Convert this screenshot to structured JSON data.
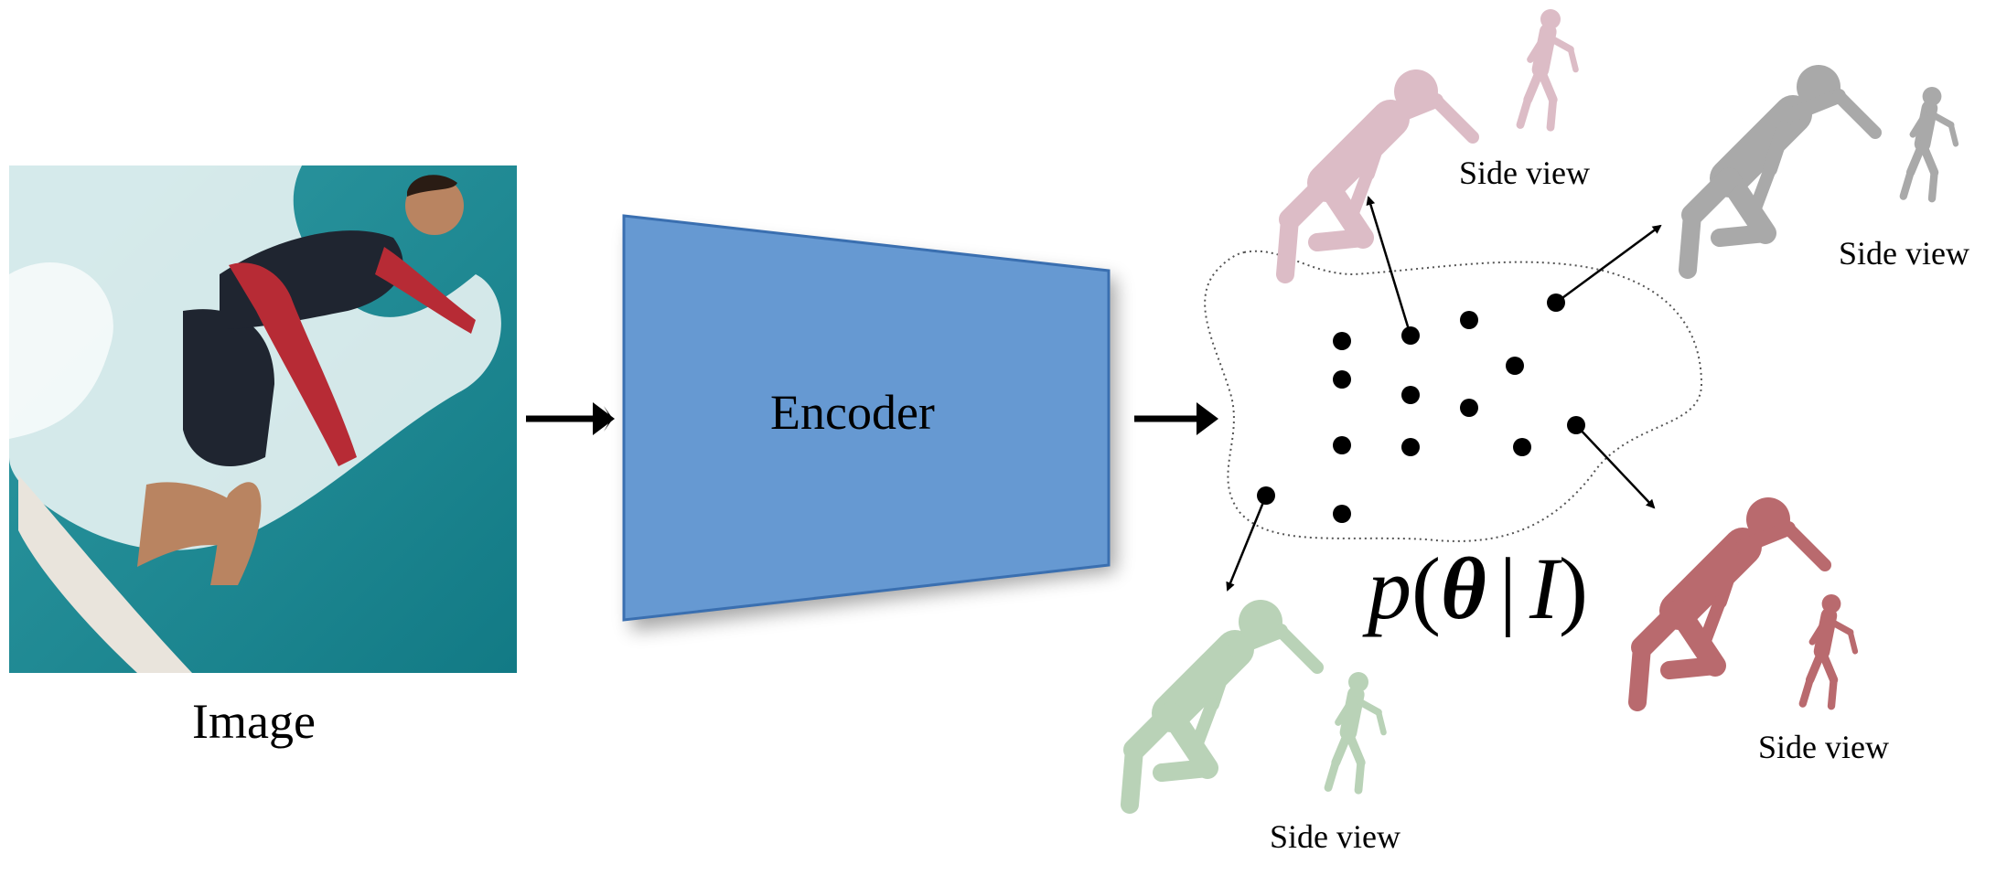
{
  "input": {
    "label": "Image"
  },
  "encoder": {
    "label": "Encoder",
    "fill_color": "#6699d2",
    "stroke_color": "#3a6fb0"
  },
  "distribution": {
    "p": "p",
    "open_paren": "(",
    "theta": "θ",
    "bar": "|",
    "I": "I",
    "close_paren": ")"
  },
  "samples": [
    {
      "color": "#dcbcc6",
      "side_label": "Side view"
    },
    {
      "color": "#a9a9a9",
      "side_label": "Side view"
    },
    {
      "color": "#b96a6e",
      "side_label": "Side view"
    },
    {
      "color": "#b9d2b7",
      "side_label": "Side view"
    }
  ],
  "photo_colors": {
    "water": "#2f9aa3",
    "foam": "#e8f3f3",
    "wetsuit": "#1f2530",
    "sleeve": "#b72b35",
    "skin": "#b98461",
    "board": "#e9e4dc"
  }
}
